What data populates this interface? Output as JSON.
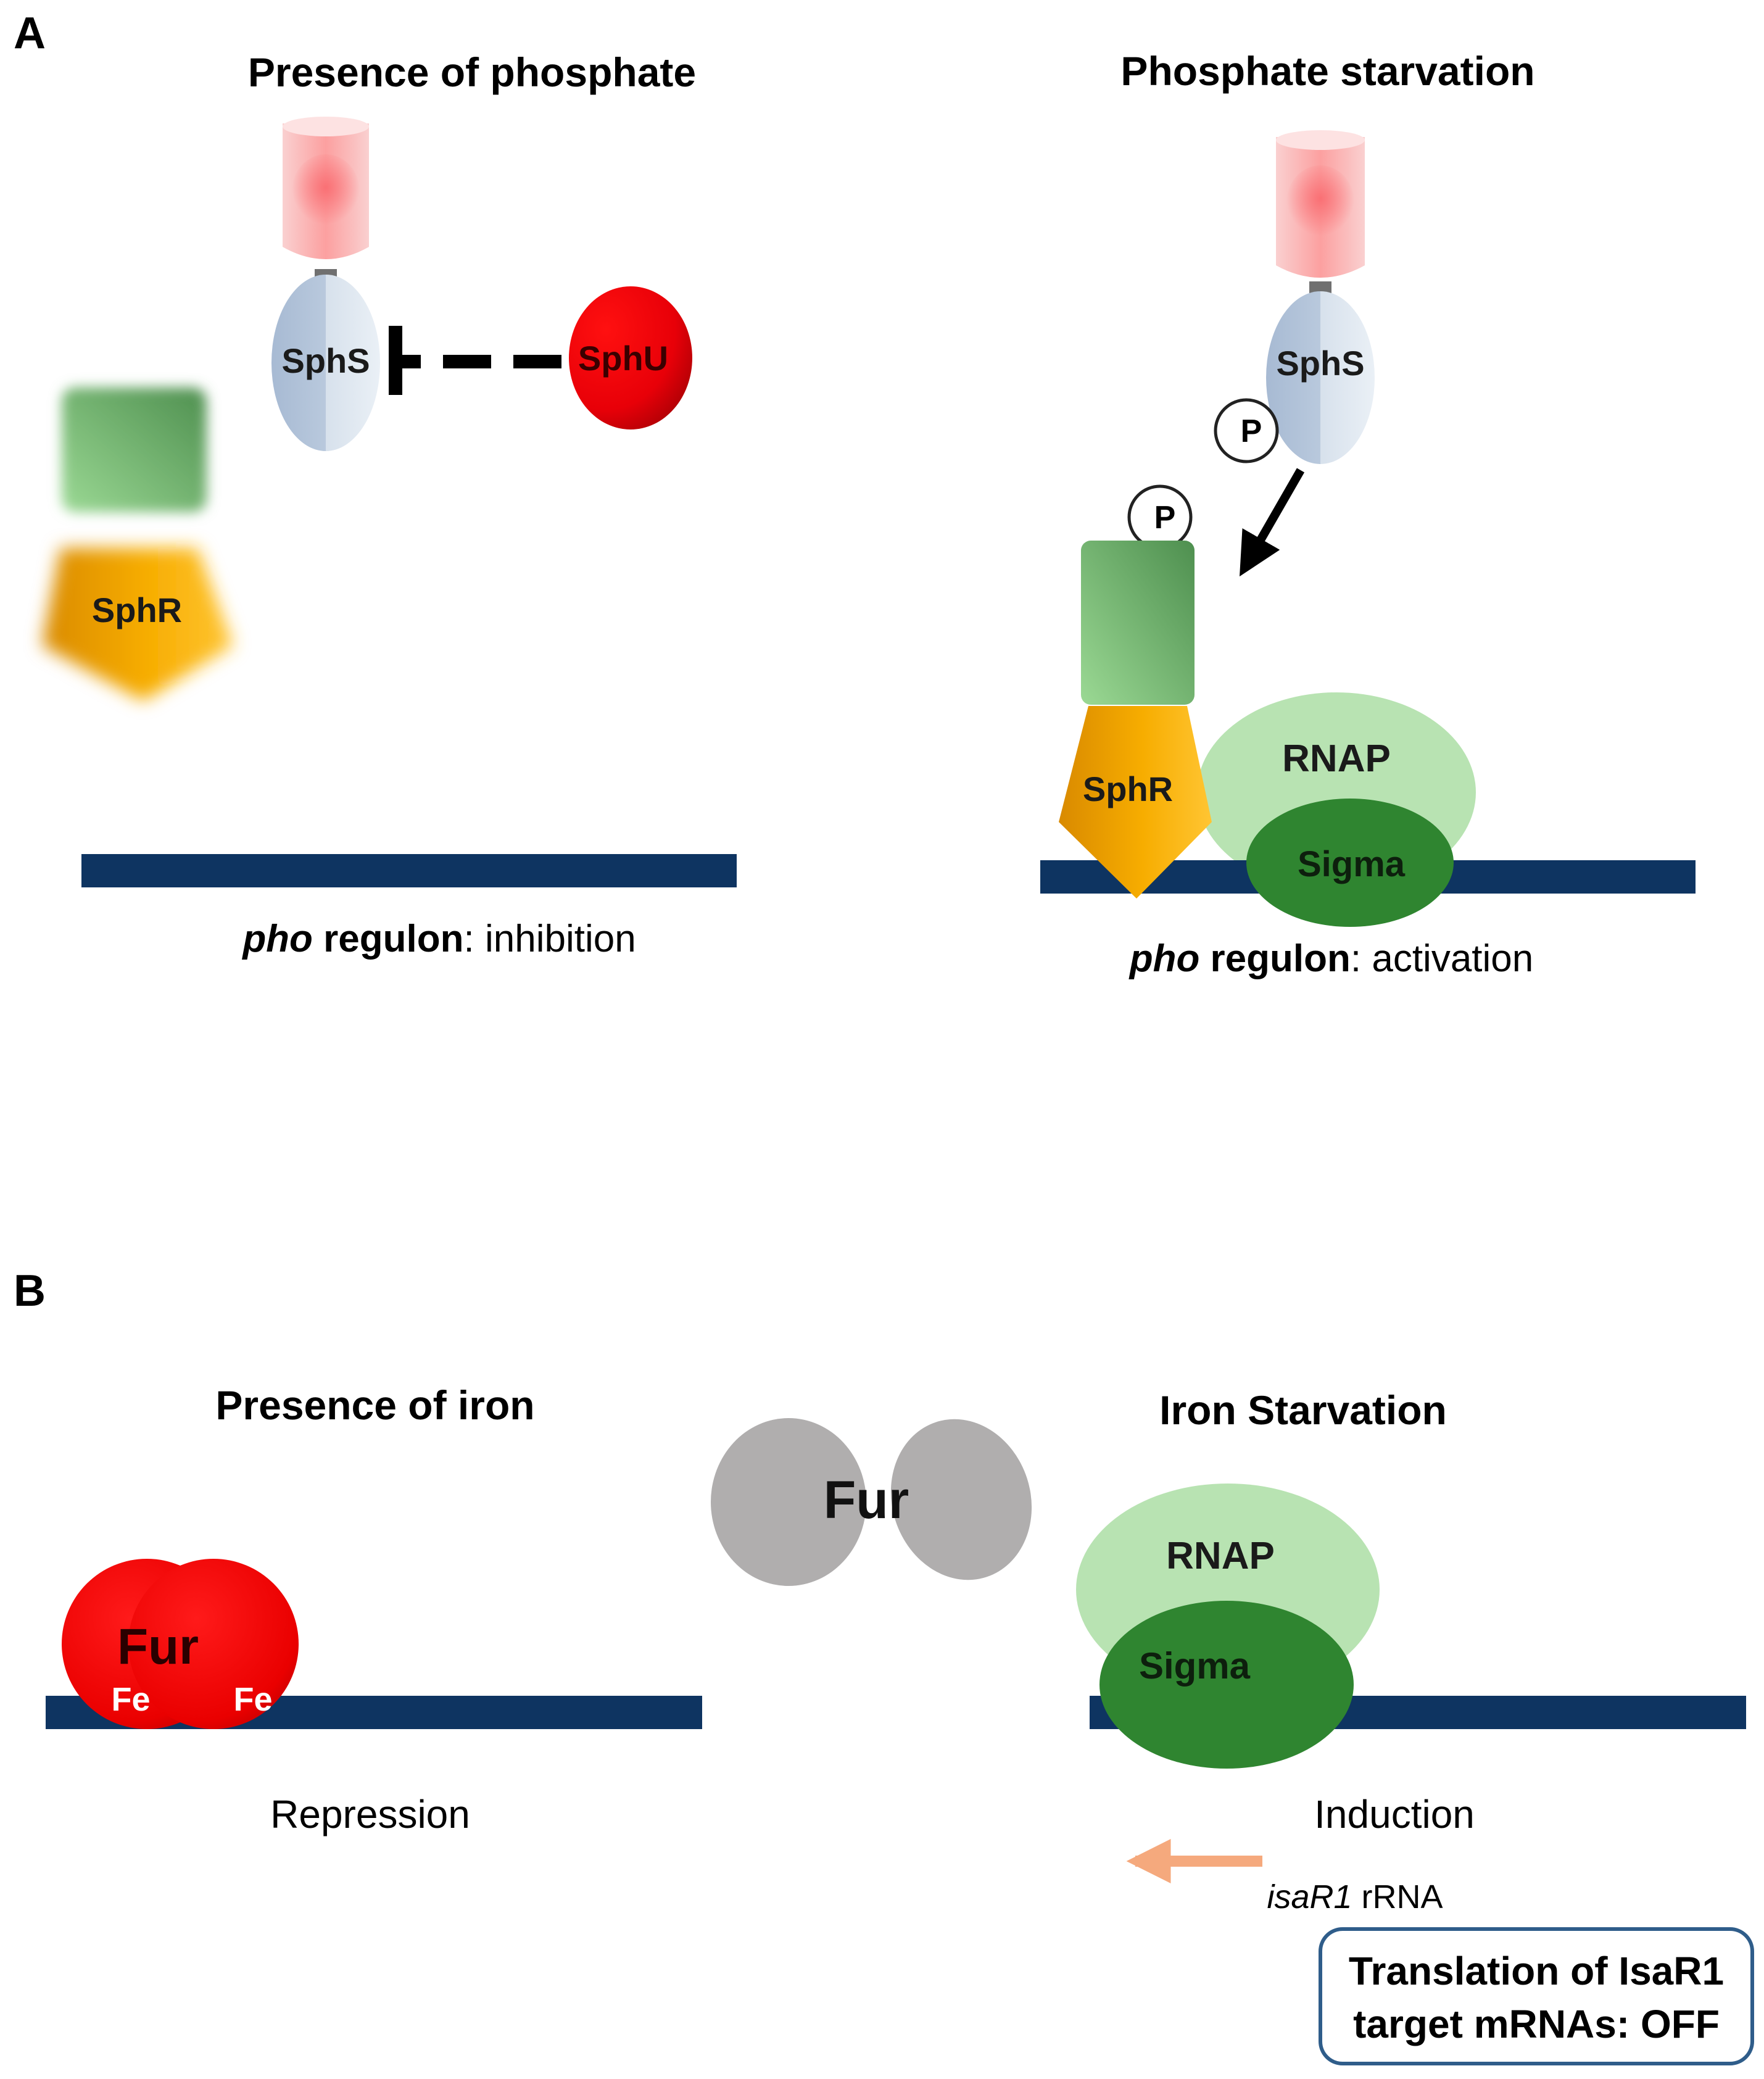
{
  "panelA": {
    "letter": "A",
    "left": {
      "title": "Presence of phosphate",
      "sphs": "SphS",
      "sphu": "SphU",
      "sphr": "SphR",
      "caption_italic": "pho",
      "caption_bold": " regulon",
      "caption_rest": ": inhibition"
    },
    "right": {
      "title": "Phosphate starvation",
      "sphs": "SphS",
      "phospho1": "P",
      "phospho2": "P",
      "sphr": "SphR",
      "rnap": "RNAP",
      "sigma": "Sigma",
      "caption_italic": "pho",
      "caption_bold": " regulon",
      "caption_rest": ": activation"
    }
  },
  "panelB": {
    "letter": "B",
    "left": {
      "title": "Presence of iron",
      "fur": "Fur",
      "fe1": "Fe",
      "fe2": "Fe",
      "caption": "Repression"
    },
    "middle": {
      "fur": "Fur"
    },
    "right": {
      "title": "Iron Starvation",
      "rnap": "RNAP",
      "sigma": "Sigma",
      "caption": "Induction",
      "transcript_italic": "isaR1",
      "transcript_rest": " rRNA",
      "box_line1": "Translation of IsaR1",
      "box_line2": "target mRNAs: OFF"
    }
  },
  "colors": {
    "dna": "#0e3461",
    "sphs_fill": "#b8c8dc",
    "sphu": "#e8000a",
    "sphr": "#f7ad00",
    "receiver_domain": "#6cbf6a",
    "rnap": "#b8e3b2",
    "sigma": "#2f8530",
    "fur_iron": "#ee0000",
    "fur_free": "#b0aeae",
    "transcript_arrow": "#f5a97d",
    "box_border": "#2f5d8a"
  }
}
